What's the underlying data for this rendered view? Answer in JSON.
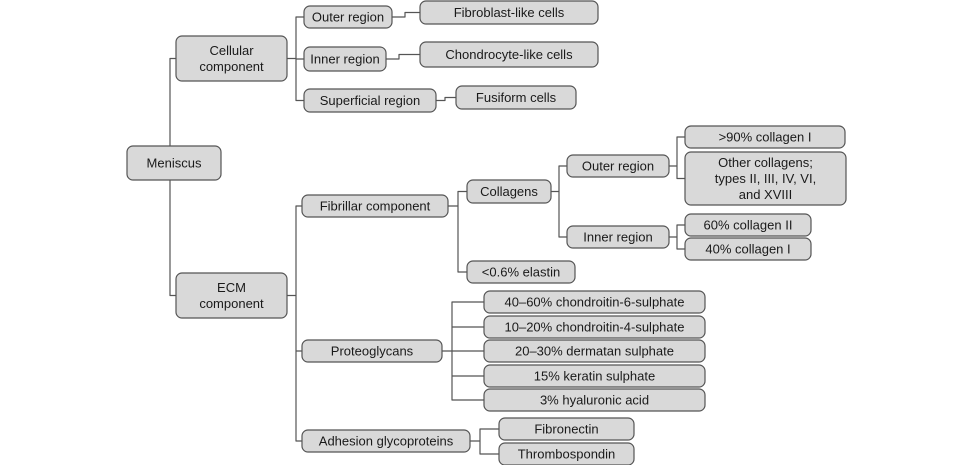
{
  "nodes": {
    "meniscus": [
      "Meniscus"
    ],
    "cellular": [
      "Cellular",
      "component"
    ],
    "ecm": [
      "ECM",
      "component"
    ],
    "outer_region_cell": [
      "Outer region"
    ],
    "inner_region_cell": [
      "Inner region"
    ],
    "superficial_region": [
      "Superficial region"
    ],
    "fibroblast": [
      "Fibroblast-like cells"
    ],
    "chondrocyte": [
      "Chondrocyte-like cells"
    ],
    "fusiform": [
      "Fusiform cells"
    ],
    "fibrillar": [
      "Fibrillar component"
    ],
    "proteoglycans": [
      "Proteoglycans"
    ],
    "adhesion": [
      "Adhesion glycoproteins"
    ],
    "collagens": [
      "Collagens"
    ],
    "elastin": [
      "<0.6% elastin"
    ],
    "outer_region_ecm": [
      "Outer region"
    ],
    "inner_region_ecm": [
      "Inner region"
    ],
    "collagen_i_90": [
      ">90% collagen I"
    ],
    "other_collagens": [
      "Other collagens;",
      "types II, III, IV, VI,",
      "and XVIII"
    ],
    "collagen_ii_60": [
      "60% collagen II"
    ],
    "collagen_i_40": [
      "40% collagen I"
    ],
    "cs6": [
      "40–60% chondroitin-6-sulphate"
    ],
    "cs4": [
      "10–20% chondroitin-4-sulphate"
    ],
    "dermatan": [
      "20–30% dermatan sulphate"
    ],
    "keratin": [
      "15% keratin sulphate"
    ],
    "hyaluronic": [
      "3% hyaluronic acid"
    ],
    "fibronectin": [
      "Fibronectin"
    ],
    "thrombospondin": [
      "Thrombospondin"
    ]
  },
  "edges": [
    [
      "meniscus",
      "cellular"
    ],
    [
      "meniscus",
      "ecm"
    ],
    [
      "cellular",
      "outer_region_cell"
    ],
    [
      "cellular",
      "inner_region_cell"
    ],
    [
      "cellular",
      "superficial_region"
    ],
    [
      "outer_region_cell",
      "fibroblast"
    ],
    [
      "inner_region_cell",
      "chondrocyte"
    ],
    [
      "superficial_region",
      "fusiform"
    ],
    [
      "ecm",
      "fibrillar"
    ],
    [
      "ecm",
      "proteoglycans"
    ],
    [
      "ecm",
      "adhesion"
    ],
    [
      "fibrillar",
      "collagens"
    ],
    [
      "fibrillar",
      "elastin"
    ],
    [
      "collagens",
      "outer_region_ecm"
    ],
    [
      "collagens",
      "inner_region_ecm"
    ],
    [
      "outer_region_ecm",
      "collagen_i_90"
    ],
    [
      "outer_region_ecm",
      "other_collagens"
    ],
    [
      "inner_region_ecm",
      "collagen_ii_60"
    ],
    [
      "inner_region_ecm",
      "collagen_i_40"
    ],
    [
      "proteoglycans",
      "cs6"
    ],
    [
      "proteoglycans",
      "cs4"
    ],
    [
      "proteoglycans",
      "dermatan"
    ],
    [
      "proteoglycans",
      "keratin"
    ],
    [
      "proteoglycans",
      "hyaluronic"
    ],
    [
      "adhesion",
      "fibronectin"
    ],
    [
      "adhesion",
      "thrombospondin"
    ]
  ]
}
